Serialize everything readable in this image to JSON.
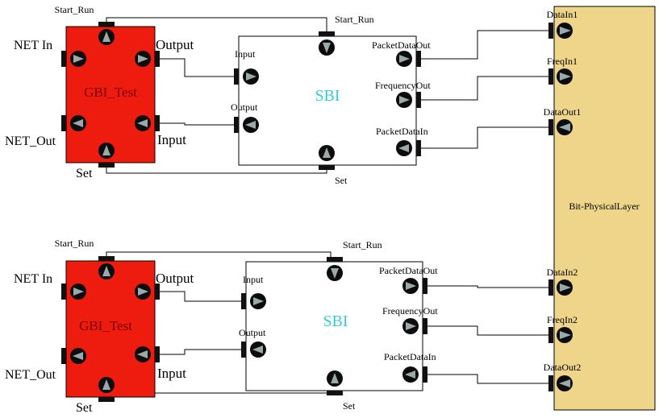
{
  "diagram": {
    "gbi_label": "GBI_Test",
    "sbi_label": "SBI",
    "physical_label": "Bit-PhysicalLayer",
    "colors": {
      "gbi_fill": "#ee1c0e",
      "physical_fill": "#eed58a",
      "sbi_text": "#33ccdd",
      "port_fill": "#99a9a9"
    },
    "upper": {
      "gbi": {
        "start_run": "Start_Run",
        "net_in": "NET  In",
        "output": "Output",
        "net_out": "NET_Out",
        "input": "Input",
        "set": "Set"
      },
      "sbi": {
        "start_run": "Start_Run",
        "input": "Input",
        "output": "Output",
        "packet_data_out": "PacketDataOut",
        "frequency_out": "FrequencyOut",
        "packet_data_in": "PacketDataIn",
        "set": "Set"
      },
      "phy": {
        "data_in": "DataIn1",
        "freq_in": "FreqIn1",
        "data_out": "DataOut1"
      }
    },
    "lower": {
      "gbi": {
        "start_run": "Start_Run",
        "net_in": "NET  In",
        "output": "Output",
        "net_out": "NET_Out",
        "input": "Input",
        "set": "Set"
      },
      "sbi": {
        "start_run": "Start_Run",
        "input": "Input",
        "output": "Output",
        "packet_data_out": "PacketDataOut",
        "frequency_out": "FrequencyOut",
        "packet_data_in": "PacketDataIn",
        "set": "Set"
      },
      "phy": {
        "data_in": "DataIn2",
        "freq_in": "FreqIn2",
        "data_out": "DataOut2"
      }
    }
  }
}
